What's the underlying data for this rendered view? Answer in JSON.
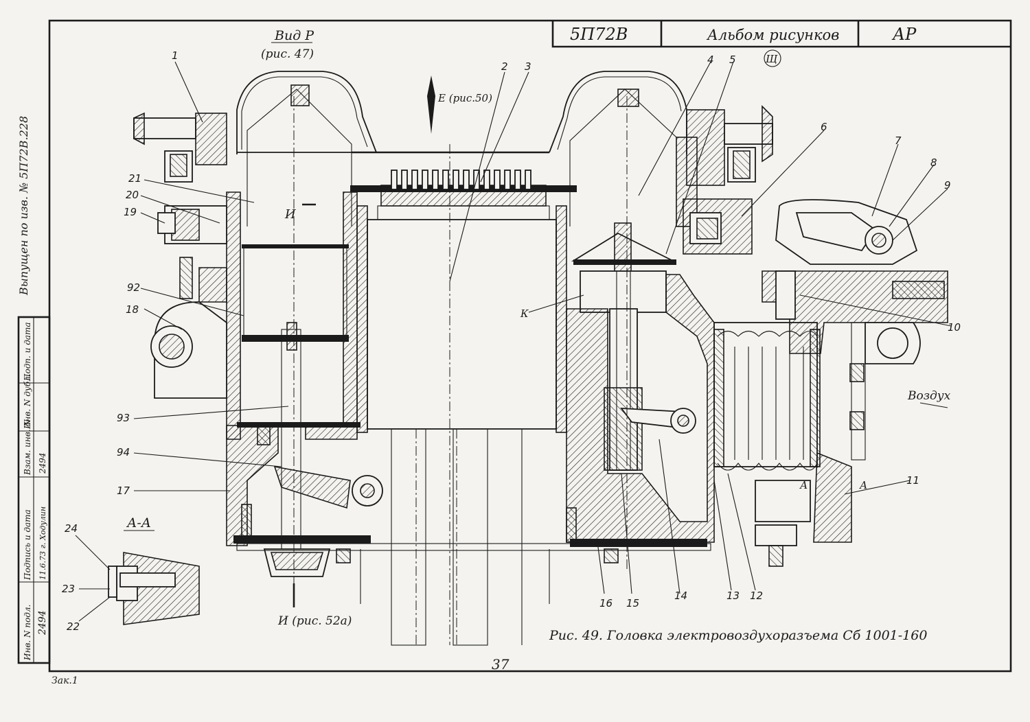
{
  "title_block": {
    "code": "5П72В",
    "album": "Альбом рисунков",
    "ap": "АР",
    "stamp": "Щ"
  },
  "side_note": "Выпущен по изв. № 5П72В.228",
  "side_table": {
    "col1": "Инв. N подл.",
    "col2": "Подпись и дата",
    "col3": "Взам. инв. N",
    "col4": "Инв. N дубл.",
    "col5": "Подп. и дата",
    "inv_value": "2494",
    "sign_value": "11.6.73 г. Ходулин",
    "replace_value": "2494"
  },
  "view_labels": {
    "view_p": "Вид Р",
    "view_p_ref": "(рис. 47)",
    "view_e": "Е (рис.50)",
    "section_i": "И",
    "section_i_ref": "И (рис. 52а)",
    "section_aa": "А-А",
    "section_a1": "А",
    "section_a2": "А",
    "letter_k": "К",
    "air": "Воздух"
  },
  "caption": "Рис. 49. Головка электровоздухоразъема Сб 1001-160",
  "page_number": "37",
  "footer_note": "Зак.1",
  "part_numbers": [
    "1",
    "2",
    "3",
    "4",
    "5",
    "6",
    "7",
    "8",
    "9",
    "10",
    "11",
    "12",
    "13",
    "14",
    "15",
    "16",
    "17",
    "18",
    "19",
    "20",
    "21",
    "22",
    "23",
    "24",
    "92",
    "93",
    "94"
  ]
}
